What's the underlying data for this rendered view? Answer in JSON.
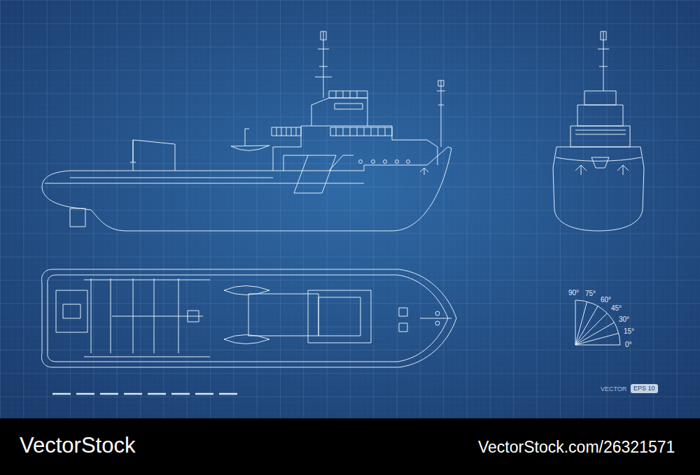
{
  "diagram": {
    "nodes": [
      {
        "text": [
          "EPS 10"
        ]
      }
    ],
    "labels": [
      "90°",
      "75°",
      "60°",
      "45°",
      "30°",
      "15°",
      "0°",
      "VECTOR",
      "VectorStock",
      "VectorStock.com/26321571"
    ]
  }
}
